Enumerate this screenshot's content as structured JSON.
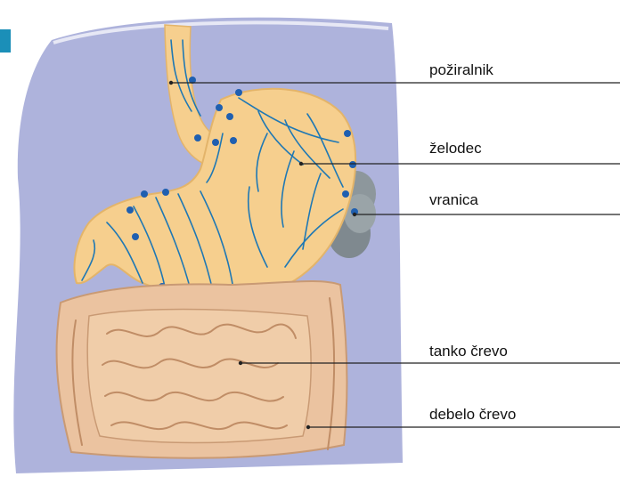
{
  "labels": [
    {
      "id": "esophagus",
      "text": "požiralnik"
    },
    {
      "id": "stomach",
      "text": "želodec"
    },
    {
      "id": "spleen",
      "text": "vranica"
    },
    {
      "id": "small-intestine",
      "text": "tanko črevo"
    },
    {
      "id": "large-intestine",
      "text": "debelo črevo"
    }
  ],
  "colors": {
    "background_panel": "#aeb3dc",
    "stomach": "#f6cf8e",
    "vessels": "#1f78b4",
    "nodes": "#1f5fb0",
    "spleen": "#8d979c",
    "intestine": "#ebc3a0",
    "accent": "#1b8fb8"
  }
}
